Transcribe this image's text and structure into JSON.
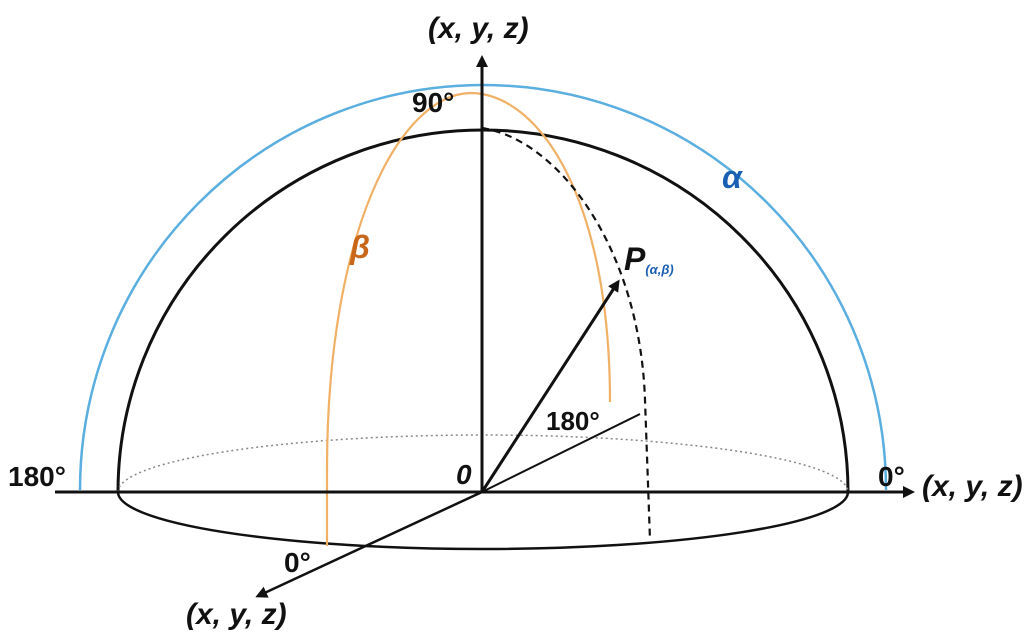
{
  "labels": {
    "axis_top": "(x, y, z)",
    "axis_right": "(x, y, z)",
    "axis_front": "(x, y, z)",
    "angle_90": "90°",
    "angle_180_left": "180°",
    "angle_0_right": "0°",
    "angle_180_inner": "180°",
    "angle_0_front": "0°",
    "origin": "0",
    "alpha": "α",
    "beta": "β",
    "point": "P",
    "point_sub": "(α,β)"
  },
  "colors": {
    "alpha_arc": "#5aaee0",
    "alpha_text": "#1a5fb4",
    "beta_arc": "#f0b066",
    "beta_text": "#c8661a",
    "line": "#111111",
    "dotted": "#888888"
  }
}
